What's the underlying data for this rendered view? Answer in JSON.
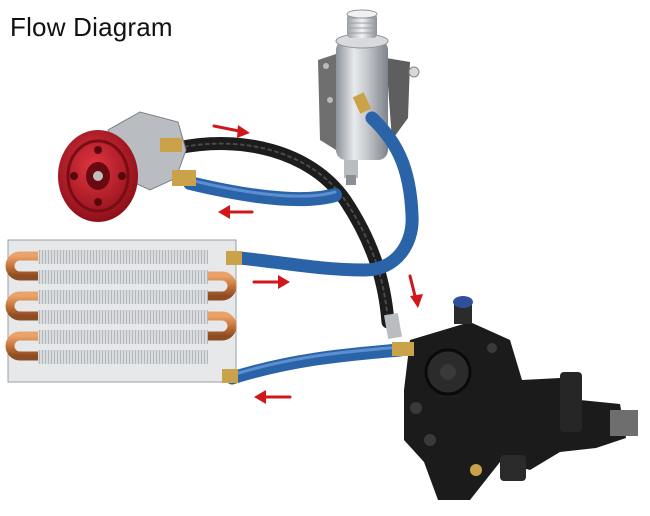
{
  "header": {
    "title": "Flow Diagram"
  },
  "colors": {
    "background": "#ffffff",
    "arrow": "#d0181a",
    "blue_hose": "#2a63a8",
    "black_hose": "#1c1c1c",
    "pulley": "#c41f2b",
    "aluminum": "#c9cdd2",
    "copper": "#c7743c",
    "gearbox": "#1b1b1b"
  },
  "icons": [
    "flow-arrow-right",
    "flow-arrow-left",
    "flow-arrow-down",
    "pulley-icon",
    "reservoir-icon",
    "cooler-icon",
    "gearbox-icon"
  ]
}
